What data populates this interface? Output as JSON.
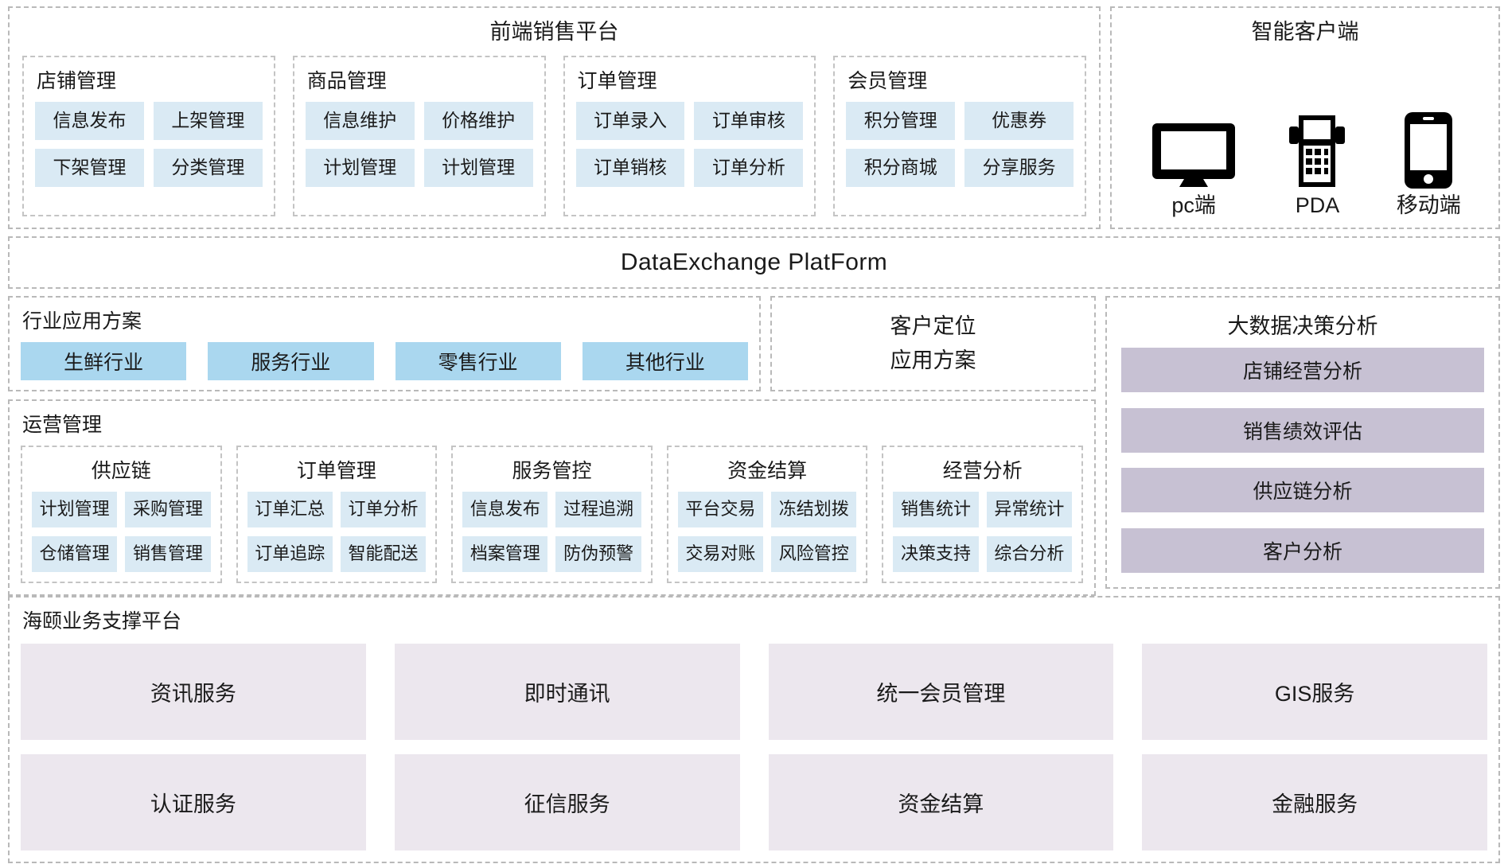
{
  "frontend": {
    "title": "前端销售平台",
    "groups": [
      {
        "title": "店铺管理",
        "items": [
          "信息发布",
          "上架管理",
          "下架管理",
          "分类管理"
        ]
      },
      {
        "title": "商品管理",
        "items": [
          "信息维护",
          "价格维护",
          "计划管理",
          "计划管理"
        ]
      },
      {
        "title": "订单管理",
        "items": [
          "订单录入",
          "订单审核",
          "订单销核",
          "订单分析"
        ]
      },
      {
        "title": "会员管理",
        "items": [
          "积分管理",
          "优惠券",
          "积分商城",
          "分享服务"
        ]
      }
    ]
  },
  "client": {
    "title": "智能客户端",
    "items": [
      {
        "label": "pc端",
        "icon": "monitor-icon"
      },
      {
        "label": "PDA",
        "icon": "pda-icon"
      },
      {
        "label": "移动端",
        "icon": "smartphone-icon"
      }
    ]
  },
  "data_exchange": {
    "title": "DataExchange  PlatForm"
  },
  "industry": {
    "title": "行业应用方案",
    "items": [
      "生鲜行业",
      "服务行业",
      "零售行业",
      "其他行业"
    ]
  },
  "customer": {
    "line1": "客户定位",
    "line2": "应用方案"
  },
  "operations": {
    "title": "运营管理",
    "groups": [
      {
        "title": "供应链",
        "items": [
          "计划管理",
          "采购管理",
          "仓储管理",
          "销售管理"
        ]
      },
      {
        "title": "订单管理",
        "items": [
          "订单汇总",
          "订单分析",
          "订单追踪",
          "智能配送"
        ]
      },
      {
        "title": "服务管控",
        "items": [
          "信息发布",
          "过程追溯",
          "档案管理",
          "防伪预警"
        ]
      },
      {
        "title": "资金结算",
        "items": [
          "平台交易",
          "冻结划拨",
          "交易对账",
          "风险管控"
        ]
      },
      {
        "title": "经营分析",
        "items": [
          "销售统计",
          "异常统计",
          "决策支持",
          "综合分析"
        ]
      }
    ]
  },
  "bigdata": {
    "title": "大数据决策分析",
    "items": [
      "店铺经营分析",
      "销售绩效评估",
      "供应链分析",
      "客户分析"
    ]
  },
  "support": {
    "title": "海颐业务支撑平台",
    "items": [
      "资讯服务",
      "即时通讯",
      "统一会员管理",
      "GIS服务",
      "认证服务",
      "征信服务",
      "资金结算",
      "金融服务"
    ]
  },
  "colors": {
    "chip_blue": "#daeaf4",
    "industry_blue": "#aad7ef",
    "bigdata_purple": "#c7c1d3",
    "support_lavender": "#ece7ee",
    "dash_border": "#b9b9b9",
    "text": "#1a1a1a"
  }
}
